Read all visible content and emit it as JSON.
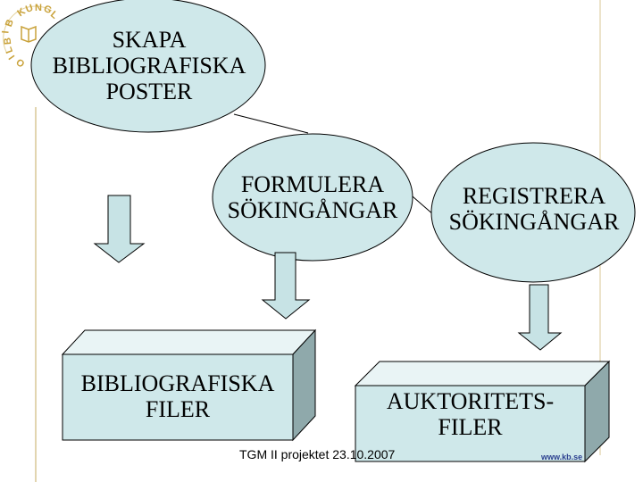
{
  "nodes": {
    "create_records": "SKAPA\nBIBLIOGRAFISKA\nPOSTER",
    "formulate_headings": "FORMULERA\nSÖKINGÅNGAR",
    "register_headings": "REGISTRERA\nSÖKINGÅNGAR",
    "bibliographic_files": "BIBLIOGRAFISKA\nFILER",
    "authority_files": "AUKTORITETS-\nFILER"
  },
  "footer": "TGM II projektet  23.10.2007",
  "site": "www.kb.se",
  "logo_letters": [
    "K",
    "U",
    "N",
    "G",
    "L",
    "B",
    "I",
    "B",
    "L",
    "I",
    "O"
  ],
  "colors": {
    "shape_fill": "#cfe8ea",
    "cube_top": "#e9f4f5",
    "cube_side": "#8fa9ab",
    "arrow_fill": "#c7e3e5",
    "logo": "#c9a23a",
    "site": "#2a3f8f"
  }
}
